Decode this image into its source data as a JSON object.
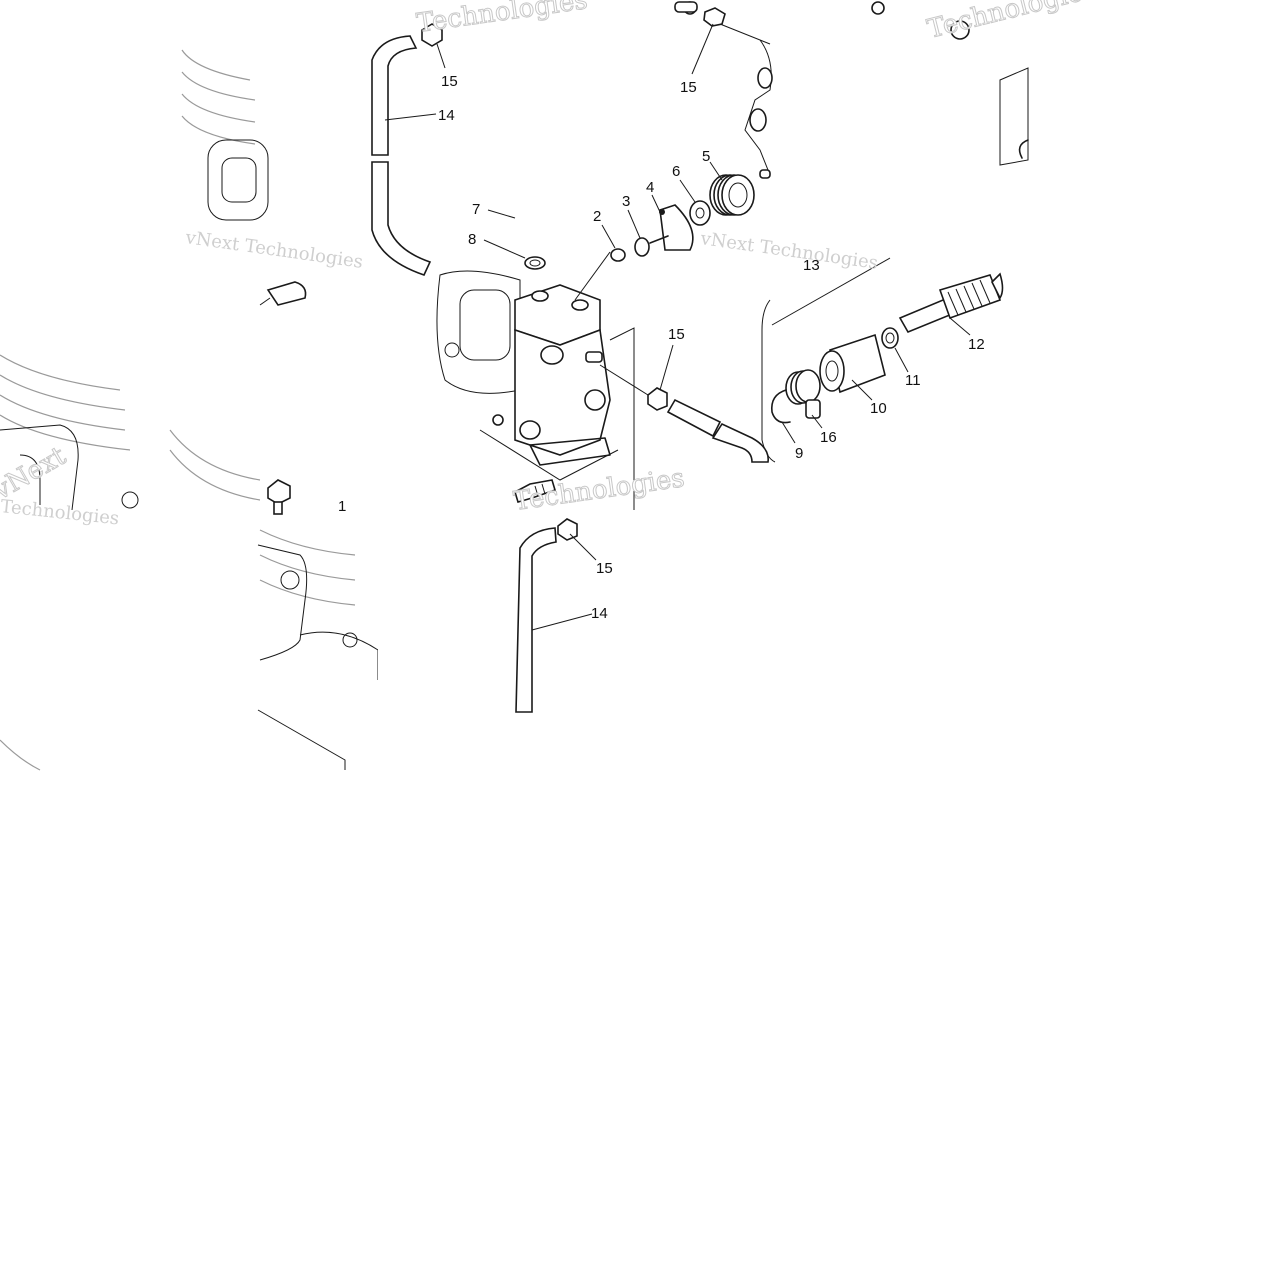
{
  "callouts": [
    {
      "id": "c15a",
      "label": "15"
    },
    {
      "id": "c14a",
      "label": "14"
    },
    {
      "id": "c15b",
      "label": "15"
    },
    {
      "id": "c7",
      "label": "7"
    },
    {
      "id": "c8",
      "label": "8"
    },
    {
      "id": "c2",
      "label": "2"
    },
    {
      "id": "c3",
      "label": "3"
    },
    {
      "id": "c4",
      "label": "4"
    },
    {
      "id": "c6",
      "label": "6"
    },
    {
      "id": "c5",
      "label": "5"
    },
    {
      "id": "c13",
      "label": "13"
    },
    {
      "id": "c15c",
      "label": "15"
    },
    {
      "id": "c12",
      "label": "12"
    },
    {
      "id": "c11",
      "label": "11"
    },
    {
      "id": "c10",
      "label": "10"
    },
    {
      "id": "c16",
      "label": "16"
    },
    {
      "id": "c9",
      "label": "9"
    },
    {
      "id": "c1",
      "label": "1"
    },
    {
      "id": "c15d",
      "label": "15"
    },
    {
      "id": "c14b",
      "label": "14"
    }
  ],
  "watermarks": [
    "vNext Technologies",
    "vNext",
    "Technologies"
  ]
}
